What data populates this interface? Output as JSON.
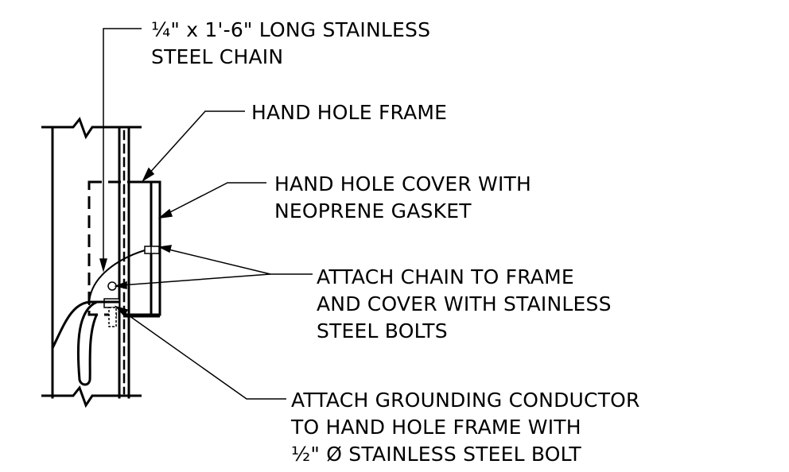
{
  "diagram": {
    "labels": {
      "chain": [
        "¼\" x 1'-6\"  LONG STAINLESS",
        "STEEL CHAIN"
      ],
      "frame": [
        "HAND HOLE FRAME"
      ],
      "cover": [
        "HAND HOLE COVER WITH",
        "NEOPRENE GASKET"
      ],
      "attach_chain": [
        "ATTACH CHAIN TO FRAME",
        "AND COVER WITH STAINLESS",
        "STEEL BOLTS"
      ],
      "grounding": [
        "ATTACH GROUNDING CONDUCTOR",
        "TO HAND HOLE FRAME WITH",
        "½\" Ø STAINLESS STEEL BOLT"
      ]
    },
    "colors": {
      "ink": "#000000",
      "paper": "#ffffff"
    }
  }
}
